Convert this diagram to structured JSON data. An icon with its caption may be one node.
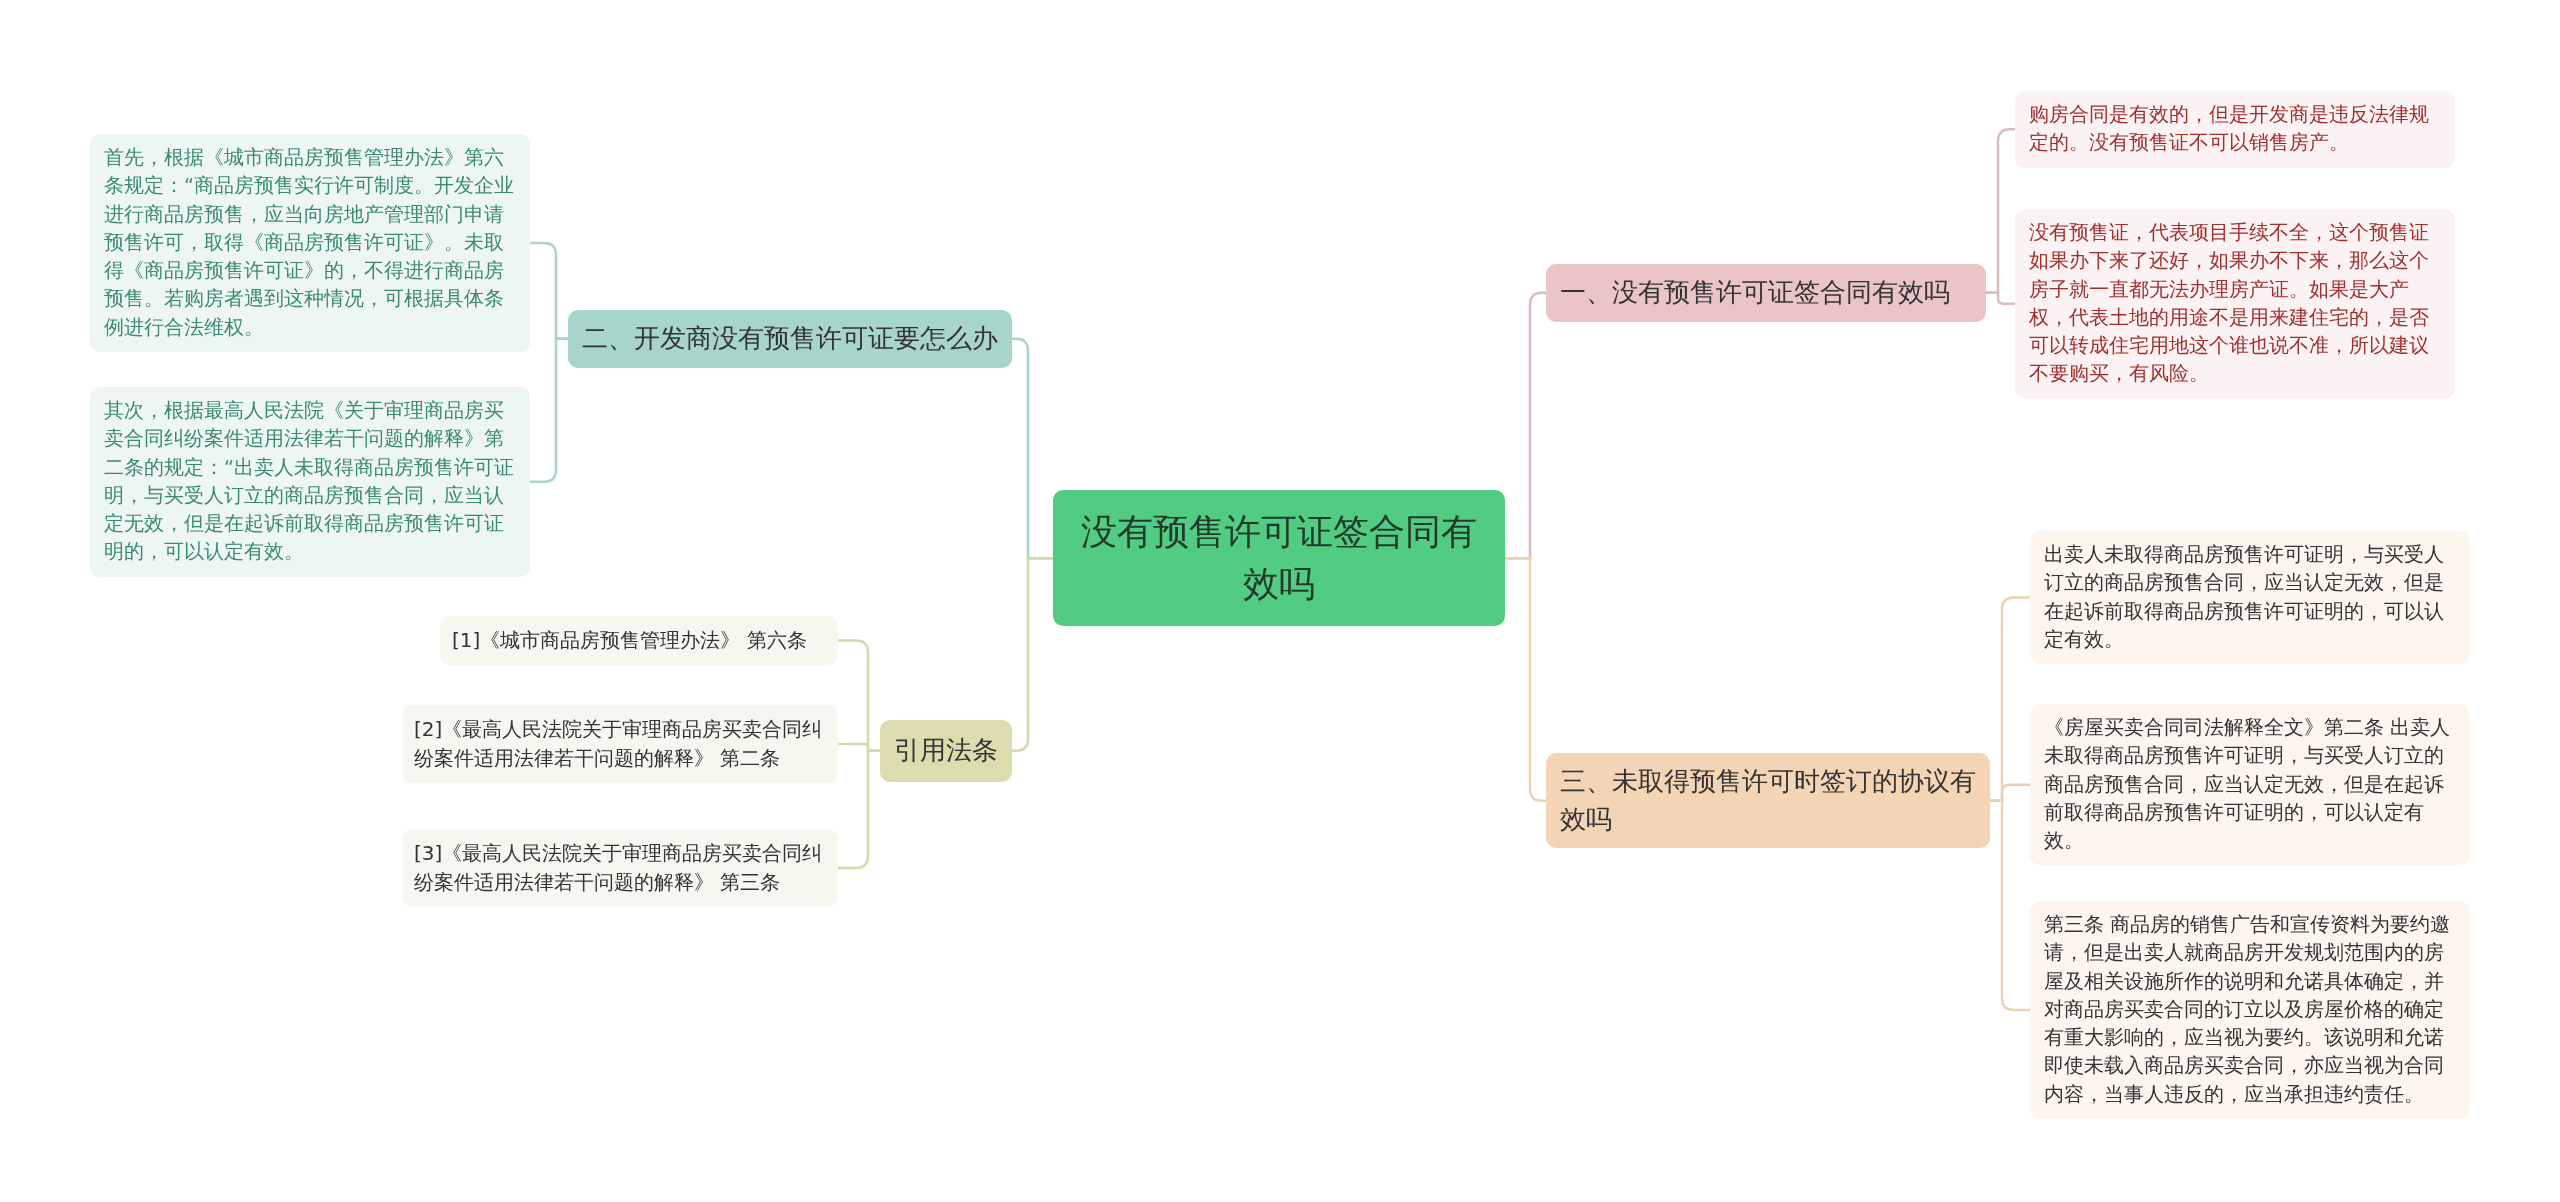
{
  "diagram": {
    "nodes": [
      {
        "text": [
          "没有预售许可证签合同有效吗"
        ]
      },
      {
        "text": [
          "一、没有预售许可证签合同有效吗"
        ]
      },
      {
        "text": [
          "购房合同是有效的，但是开发商是违反法律规定的。没有预售证不可以销售房产。"
        ]
      },
      {
        "text": [
          "没有预售证，代表项目手续不全，这个预售证如果办下来了还好，如果办不下来，那么这个房子就一直都无法办理房产证。如果是大产权，代表土地的用途不是用来建住宅的，是否可以转成住宅用地这个谁也说不准，所以建议不要购买，有风险。"
        ]
      },
      {
        "text": [
          "三、未取得预售许可时签订的协议有效吗"
        ]
      },
      {
        "text": [
          "出卖人未取得商品房预售许可证明，与买受人订立的商品房预售合同，应当认定无效，但是在起诉前取得商品房预售许可证明的，可以认定有效。"
        ]
      },
      {
        "text": [
          "《房屋买卖合同司法解释全文》第二条 出卖人未取得商品房预售许可证明，与买受人订立的商品房预售合同，应当认定无效，但是在起诉前取得商品房预售许可证明的，可以认定有效。"
        ]
      },
      {
        "text": [
          "第三条 商品房的销售广告和宣传资料为要约邀请，但是出卖人就商品房开发规划范围内的房屋及相关设施所作的说明和允诺具体确定，并对商品房买卖合同的订立以及房屋价格的确定有重大影响的，应当视为要约。该说明和允诺即使未载入商品房买卖合同，亦应当视为合同内容，当事人违反的，应当承担违约责任。"
        ]
      },
      {
        "text": [
          "二、开发商没有预售许可证要怎么办"
        ]
      },
      {
        "text": [
          "首先，根据《城市商品房预售管理办法》第六条规定：“商品房预售实行许可制度。开发企业进行商品房预售，应当向房地产管理部门申请预售许可，取得《商品房预售许可证》。未取得《商品房预售许可证》的，不得进行商品房预售。若购房者遇到这种情况，可根据具体条例进行合法维权。"
        ]
      },
      {
        "text": [
          "其次，根据最高人民法院《关于审理商品房买卖合同纠纷案件适用法律若干问题的解释》第二条的规定：“出卖人未取得商品房预售许可证明，与买受人订立的商品房预售合同，应当认定无效，但是在起诉前取得商品房预售许可证明的，可以认定有效。"
        ]
      },
      {
        "text": [
          "引用法条"
        ]
      },
      {
        "text": [
          "[1]《城市商品房预售管理办法》 第六条"
        ]
      },
      {
        "text": [
          "[2]《最高人民法院关于审理商品房买卖合同纠纷案件适用法律若干问题的解释》 第二条"
        ]
      },
      {
        "text": [
          "[3]《最高人民法院关于审理商品房买卖合同纠纷案件适用法律若干问题的解释》 第三条"
        ]
      }
    ],
    "edges": [
      {
        "from": 0,
        "to": 1,
        "arrow": "none",
        "color": "#dcbcbc"
      },
      {
        "from": 1,
        "to": 2,
        "arrow": "none",
        "color": "#dcbcbc"
      },
      {
        "from": 1,
        "to": 3,
        "arrow": "none",
        "color": "#dcbcbc"
      },
      {
        "from": 0,
        "to": 4,
        "arrow": "none",
        "color": "#ecd2b2"
      },
      {
        "from": 4,
        "to": 5,
        "arrow": "none",
        "color": "#ecd2b2"
      },
      {
        "from": 4,
        "to": 6,
        "arrow": "none",
        "color": "#ecd2b2"
      },
      {
        "from": 4,
        "to": 7,
        "arrow": "none",
        "color": "#ecd2b2"
      },
      {
        "from": 0,
        "to": 8,
        "arrow": "none",
        "color": "#a8d5cb"
      },
      {
        "from": 8,
        "to": 9,
        "arrow": "none",
        "color": "#a8d5cb"
      },
      {
        "from": 8,
        "to": 10,
        "arrow": "none",
        "color": "#a8d5cb"
      },
      {
        "from": 0,
        "to": 11,
        "arrow": "none",
        "color": "#d8d8aa"
      },
      {
        "from": 11,
        "to": 12,
        "arrow": "none",
        "color": "#d8d8aa"
      },
      {
        "from": 11,
        "to": 13,
        "arrow": "none",
        "color": "#d8d8aa"
      },
      {
        "from": 11,
        "to": 14,
        "arrow": "none",
        "color": "#d8d8aa"
      }
    ]
  }
}
